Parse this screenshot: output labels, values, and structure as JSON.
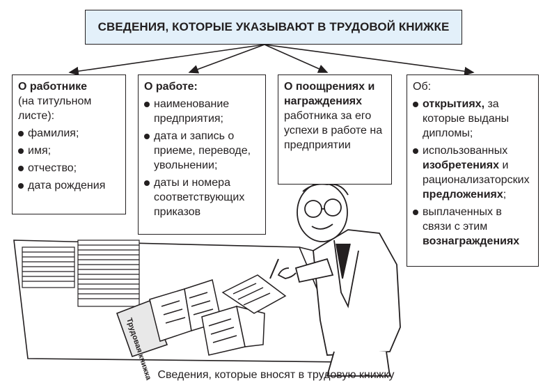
{
  "title": "СВЕДЕНИЯ, КОТОРЫЕ УКАЗЫВАЮТ В ТРУДОВОЙ КНИЖКЕ",
  "worker": {
    "heading": "О работнике",
    "subheading": "(на титульном листе):",
    "items": [
      "фамилия;",
      "имя;",
      "отчество;",
      "дата рождения"
    ]
  },
  "work": {
    "heading": "О работе:",
    "items": [
      "наименование предприятия;",
      "дата и запись о приеме, переводе, увольнении;",
      "даты и номера соответствующих приказов"
    ]
  },
  "reward": {
    "heading": "О поощрениях и награждениях",
    "text": "работника за его успехи в работе на предприятии"
  },
  "discovery": {
    "lead": "Об:",
    "item1_bold": "открытиях,",
    "item1_rest": "за которые выданы дипломы;",
    "item2_pre": "использованных",
    "item2_bold1": "изобретениях",
    "item2_and": "и",
    "item2_mid": "рационализаторских",
    "item2_bold2": "предложениях",
    "item2_end": ";",
    "item3_pre": "выплаченных в связи с этим",
    "item3_bold": "вознаграждениях"
  },
  "illustration": {
    "book_label": "Трудовая книжка"
  },
  "caption": "Сведения, которые вносят в трудовую книжку"
}
